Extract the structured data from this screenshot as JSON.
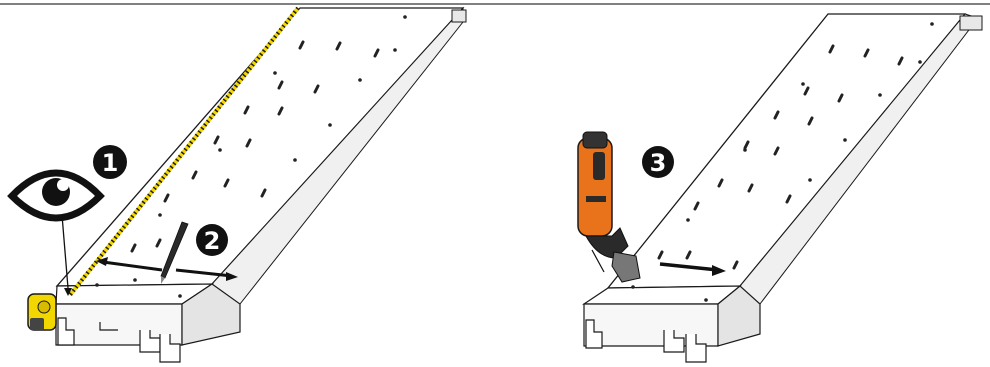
{
  "steps": [
    {
      "number": "1",
      "icon": "eye-icon"
    },
    {
      "number": "2",
      "icon": "pencil-icon"
    },
    {
      "number": "3",
      "icon": "multitool-icon"
    }
  ],
  "tools": [
    "tape-measure-icon",
    "pencil-icon",
    "oscillating-multitool-icon"
  ],
  "colors": {
    "outline": "#1a1a1a",
    "panel": "#ffffff",
    "panel_shade": "#e6e6e6",
    "tape_yellow": "#f2d600",
    "tool_orange": "#e8731a",
    "step_badge": "#111111"
  }
}
